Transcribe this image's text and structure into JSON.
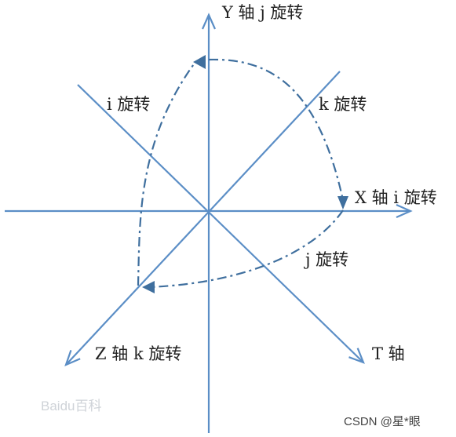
{
  "labels": {
    "y_axis": "Y 轴 j 旋转",
    "x_axis": "X 轴 i 旋转",
    "z_axis": "Z 轴 k 旋转",
    "t_axis": "T 轴",
    "i_rotation": "i 旋转",
    "k_rotation": "k 旋转",
    "j_rotation": "j 旋转"
  },
  "watermarks": {
    "baidu": "Baidu百科",
    "csdn": "CSDN @星*眼"
  },
  "colors": {
    "axis": "#5b8ec6",
    "arc": "#3f6f9e",
    "text": "#222222"
  }
}
